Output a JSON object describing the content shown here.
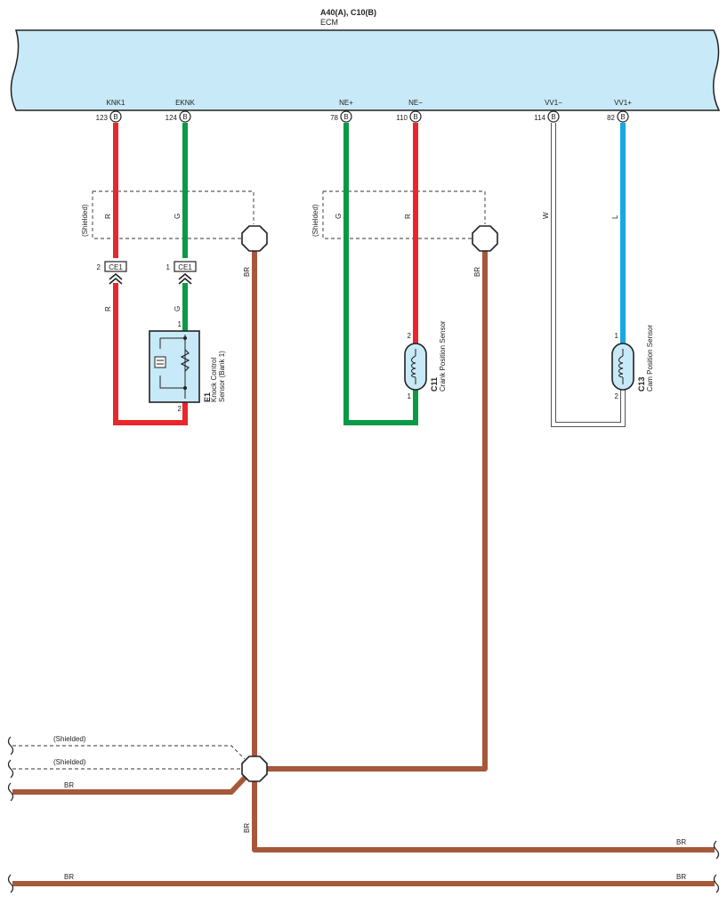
{
  "ecm": {
    "connectors": "A40(A), C10(B)",
    "name": "ECM"
  },
  "pins": [
    {
      "signal": "KNK1",
      "number": "123",
      "conn": "B"
    },
    {
      "signal": "EKNK",
      "number": "124",
      "conn": "B"
    },
    {
      "signal": "NE+",
      "number": "78",
      "conn": "B"
    },
    {
      "signal": "NE−",
      "number": "110",
      "conn": "B"
    },
    {
      "signal": "VV1−",
      "number": "114",
      "conn": "B"
    },
    {
      "signal": "VV1+",
      "number": "82",
      "conn": "B"
    }
  ],
  "wire_colors": {
    "R": "#e8262c",
    "G": "#0a9a45",
    "BR": "#a5583a",
    "W": "#ffffff",
    "L": "#1aa7e0",
    "ecm_fill": "#c8e9f7"
  },
  "wire_labels": {
    "knk1": "R",
    "eknk": "G",
    "knk1_lower": "R",
    "eknk_lower": "G",
    "ne_plus": "G",
    "ne_minus": "R",
    "vv1_minus": "W",
    "vv1_plus": "L",
    "br_left": "BR",
    "br_mid": "BR",
    "br_bottom": "BR",
    "br_right_lower": "BR",
    "br_left_lower": "BR",
    "br_bottom_right": "BR",
    "br_bottom_left": "BR"
  },
  "shield_label": "(Shielded)",
  "connector_ce1": {
    "name": "CE1",
    "pin_left": "2",
    "pin_right": "1"
  },
  "components": {
    "knock": {
      "code": "E1",
      "desc1": "Knock Control",
      "desc2": "Sensor (Bank 1)",
      "pin_top": "1",
      "pin_bottom": "2"
    },
    "crank": {
      "code": "C11",
      "desc": "Crank Position Sensor",
      "pin_top": "2",
      "pin_bottom": "1"
    },
    "cam": {
      "code": "C13",
      "desc": "Cam Position Sensor",
      "pin_top": "1",
      "pin_bottom": "2"
    }
  }
}
